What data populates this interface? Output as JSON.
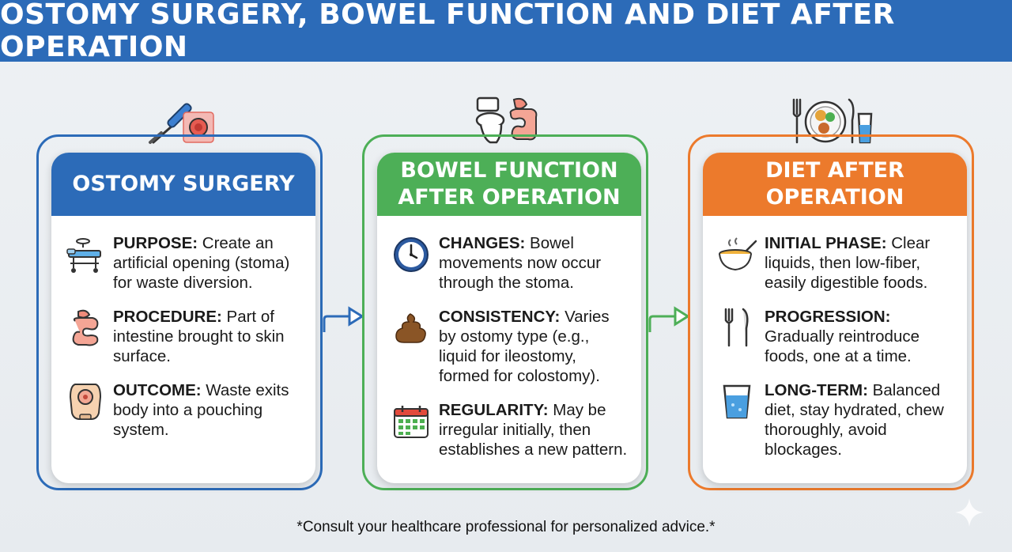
{
  "title": "OSTOMY SURGERY, BOWEL FUNCTION AND DIET AFTER OPERATION",
  "panels": [
    {
      "header": "OSTOMY SURGERY",
      "items": [
        {
          "icon": "hospital-bed-icon",
          "label": "PURPOSE:",
          "text": " Create an artificial opening (stoma) for waste diversion."
        },
        {
          "icon": "intestine-icon",
          "label": "PROCEDURE:",
          "text": " Part of intestine brought to skin surface."
        },
        {
          "icon": "ostomy-pouch-icon",
          "label": "OUTCOME:",
          "text": " Waste exits body into a pouching system."
        }
      ]
    },
    {
      "header": "BOWEL FUNCTION AFTER OPERATION",
      "items": [
        {
          "icon": "clock-icon",
          "label": "CHANGES:",
          "text": " Bowel movements now occur through the stoma."
        },
        {
          "icon": "stool-icon",
          "label": "CONSISTENCY:",
          "text": " Varies by ostomy type (e.g., liquid for ileostomy, formed for colostomy)."
        },
        {
          "icon": "calendar-icon",
          "label": "REGULARITY:",
          "text": " May be irregular initially, then establishes a new pattern."
        }
      ]
    },
    {
      "header": "DIET AFTER OPERATION",
      "items": [
        {
          "icon": "soup-bowl-icon",
          "label": "INITIAL PHASE:",
          "text": " Clear liquids, then low-fiber, easily digestible foods."
        },
        {
          "icon": "fork-knife-icon",
          "label": "PROGRESSION:",
          "text": " Gradually reintroduce foods, one at a time."
        },
        {
          "icon": "water-glass-icon",
          "label": "LONG-TERM:",
          "text": " Balanced diet, stay hydrated, chew thoroughly, avoid blockages."
        }
      ]
    }
  ],
  "footnote": "*Consult your healthcare professional for personalized advice.*",
  "colors": {
    "blue": "#2c6bb8",
    "green": "#4daf57",
    "orange": "#ec7a2c"
  }
}
